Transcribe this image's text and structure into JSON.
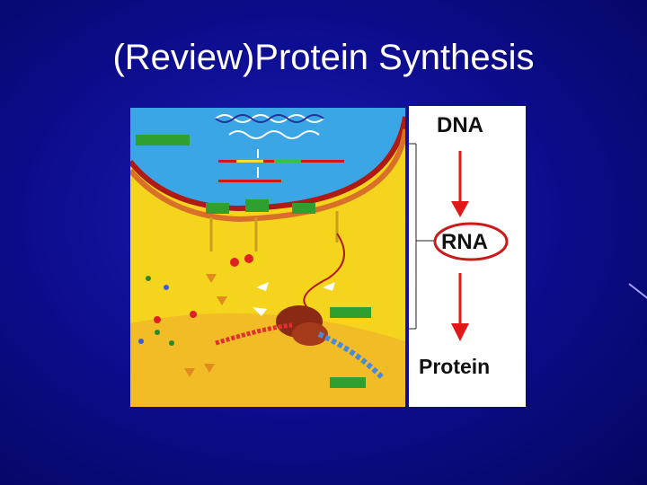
{
  "slide": {
    "title": "(Review)Protein Synthesis"
  },
  "flow": {
    "steps": [
      "DNA",
      "RNA",
      "Protein"
    ],
    "arrow_color": "#e01818",
    "highlight_color": "#cc1a1a"
  },
  "colors": {
    "background": "#0c0c8a",
    "title": "#ffffff",
    "nucleus": "#3aa6e6",
    "cytoplasm": "#f4d41c"
  }
}
